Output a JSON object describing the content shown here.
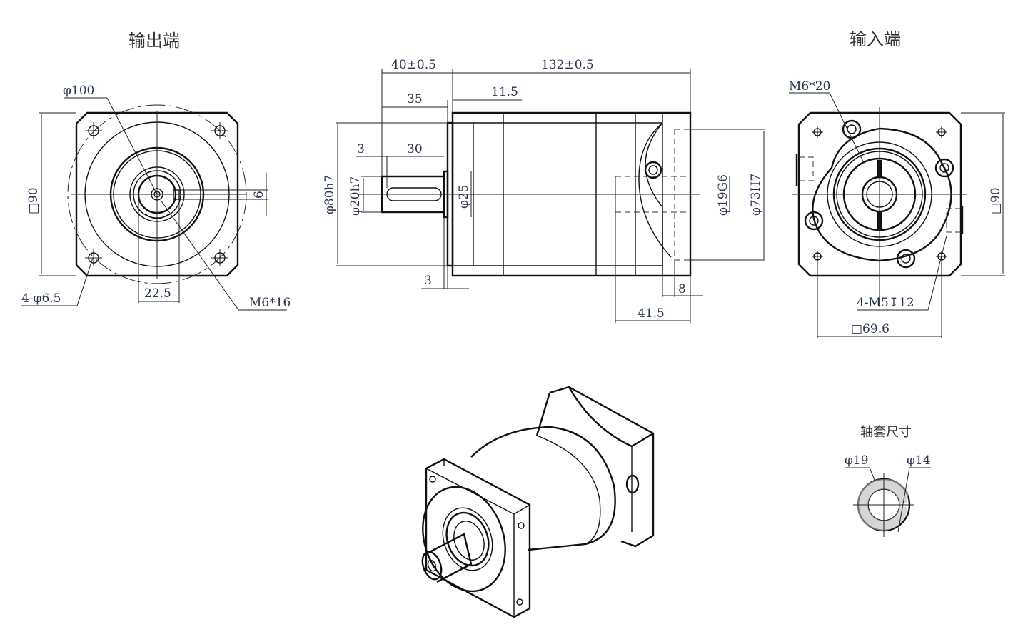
{
  "titles": {
    "output_end": "输出端",
    "input_end": "输入端",
    "bushing_size": "轴套尺寸"
  },
  "output_view": {
    "pcd": "φ100",
    "square": "□90",
    "holes": "4-φ6.5",
    "key_width": "6",
    "key_offset": "22.5",
    "tap": "M6*16"
  },
  "side_view": {
    "overall_shaft": "40±0.5",
    "body_length": "132±0.5",
    "shaft_35": "35",
    "flange_11_5": "11.5",
    "shoulder_3": "3",
    "key_30": "30",
    "pilot_3": "3",
    "pilot_dia": "φ80h7",
    "shaft_dia": "φ20h7",
    "collar_dia": "φ25",
    "bore_dia": "φ19G6",
    "input_pilot_dia": "φ73H7",
    "depth_8": "8",
    "depth_41_5": "41.5"
  },
  "input_view": {
    "tap": "M6*20",
    "square": "□90",
    "holes": "4-M5↧12",
    "pcd_square": "□69.6"
  },
  "bushing": {
    "outer": "φ19",
    "inner": "φ14"
  },
  "colors": {
    "line": "#111111",
    "text": "#2a3550"
  }
}
